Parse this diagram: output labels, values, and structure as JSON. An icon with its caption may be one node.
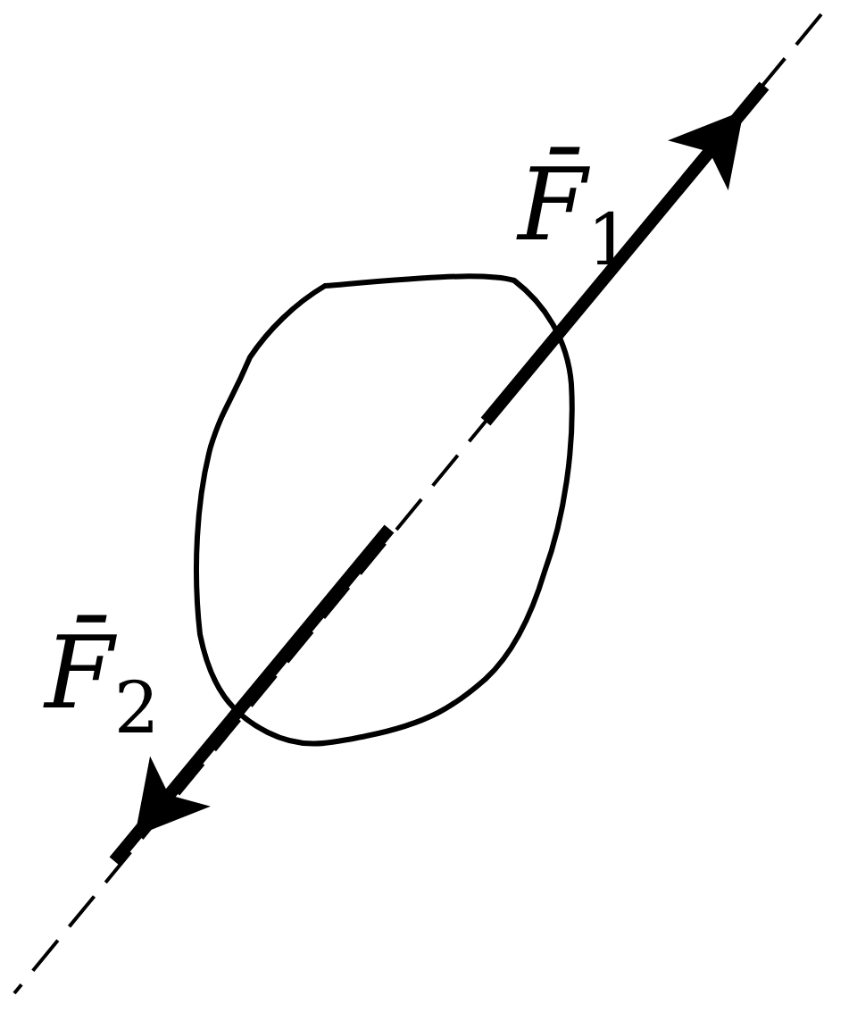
{
  "diagram": {
    "nodes": [
      {
        "text": [],
        "shape": "blob"
      }
    ],
    "labels": [
      "F̄$_{1}$",
      "F̄$_{2}$"
    ]
  }
}
